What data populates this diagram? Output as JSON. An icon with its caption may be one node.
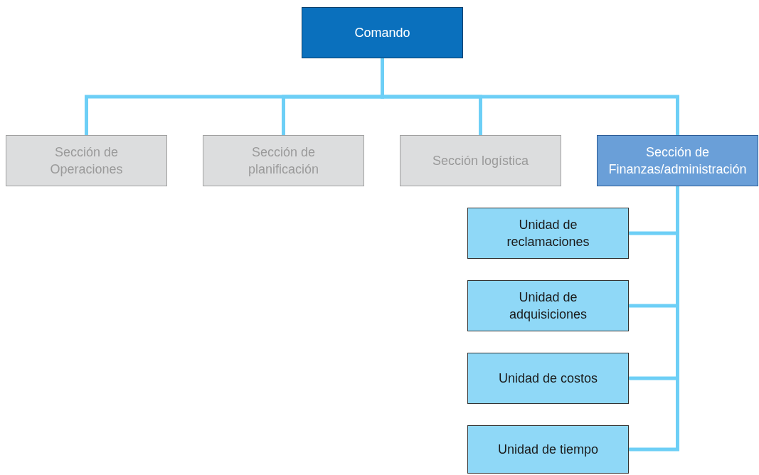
{
  "diagram": {
    "nodes": [
      {
        "text": [
          "Comando"
        ]
      },
      {
        "text": [
          "Sección de Operaciones"
        ]
      },
      {
        "text": [
          "Sección de planificación"
        ]
      },
      {
        "text": [
          "Sección logística"
        ]
      },
      {
        "text": [
          "Sección de Finanzas/administración"
        ]
      },
      {
        "text": [
          "Unidad de reclamaciones"
        ]
      },
      {
        "text": [
          "Unidad de adquisiciones"
        ]
      },
      {
        "text": [
          "Unidad de costos"
        ]
      },
      {
        "text": [
          "Unidad de tiempo"
        ]
      }
    ],
    "edges": [
      {
        "from": 0,
        "to": 1,
        "arrow": "none"
      },
      {
        "from": 0,
        "to": 2,
        "arrow": "none"
      },
      {
        "from": 0,
        "to": 3,
        "arrow": "none"
      },
      {
        "from": 0,
        "to": 4,
        "arrow": "none"
      },
      {
        "from": 4,
        "to": 5,
        "arrow": "none"
      },
      {
        "from": 4,
        "to": 6,
        "arrow": "none"
      },
      {
        "from": 4,
        "to": 7,
        "arrow": "none"
      },
      {
        "from": 4,
        "to": 8,
        "arrow": "none"
      }
    ]
  }
}
